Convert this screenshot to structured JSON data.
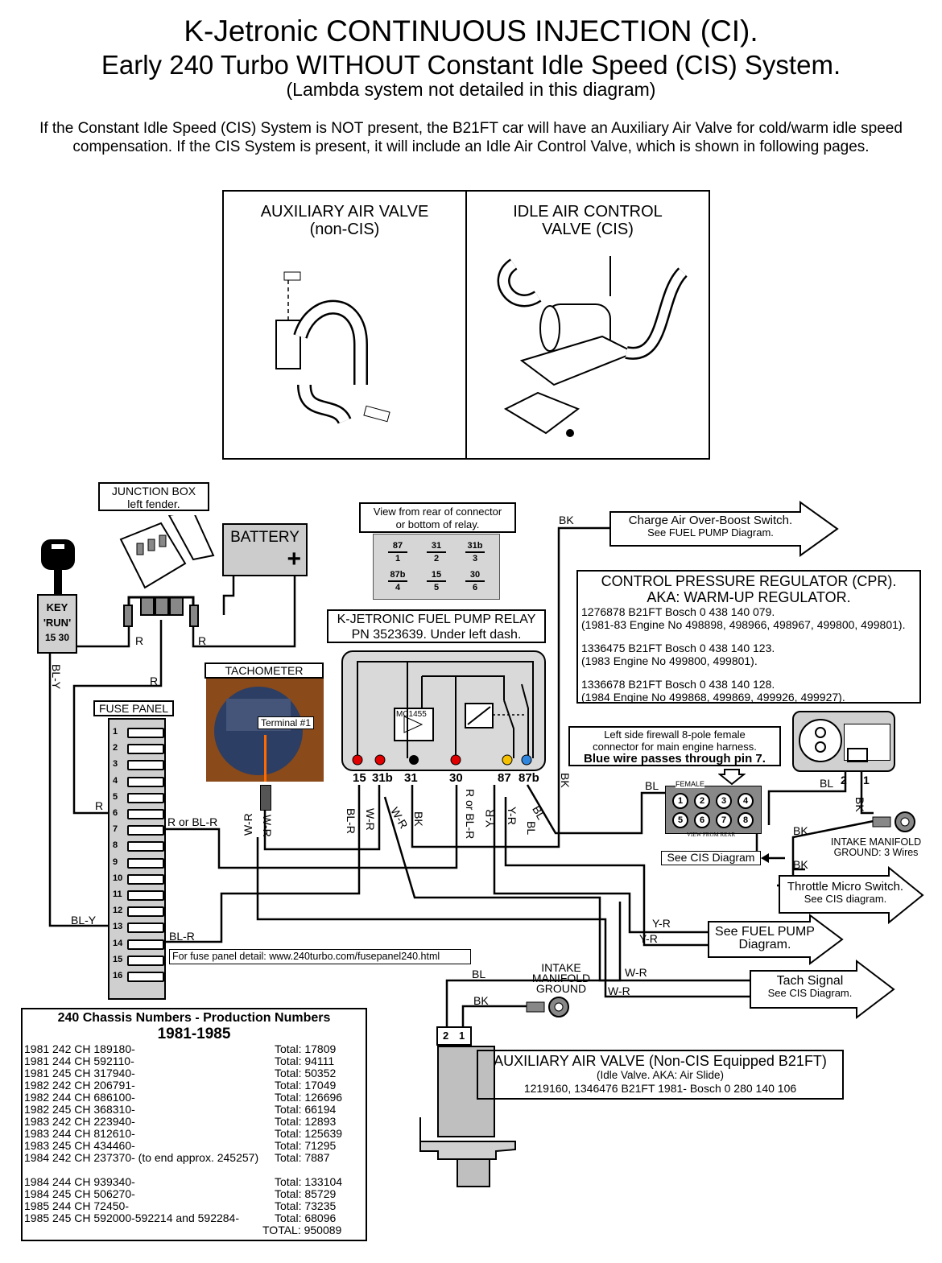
{
  "title": {
    "line1": "K-Jetronic CONTINUOUS INJECTION (CI).",
    "line2": "Early 240 Turbo WITHOUT Constant Idle Speed (CIS) System.",
    "line3": "(Lambda system not detailed in this diagram)"
  },
  "intro": "If the Constant Idle Speed (CIS) System is NOT present, the B21FT car will have an Auxiliary Air Valve for cold/warm idle speed compensation. If the CIS System is present, it will include an Idle Air Control Valve, which is shown in following pages.",
  "valves_panel": {
    "left_title": "AUXILIARY AIR VALVE",
    "left_sub": "(non-CIS)",
    "right_title": "IDLE AIR CONTROL",
    "right_sub": "VALVE (CIS)"
  },
  "junction_box": {
    "line1": "JUNCTION BOX",
    "line2": "left fender."
  },
  "battery": {
    "label": "BATTERY",
    "plus": "+"
  },
  "key": {
    "line1": "KEY",
    "line2": "'RUN'",
    "line3": "15  30"
  },
  "connector_view": {
    "line1": "View from rear of connector",
    "line2": "or bottom of relay."
  },
  "relay_pins": [
    {
      "top": "87",
      "num": "1"
    },
    {
      "top": "31",
      "num": "2"
    },
    {
      "top": "31b",
      "num": "3"
    },
    {
      "top": "87b",
      "num": "4"
    },
    {
      "top": "15",
      "num": "5"
    },
    {
      "top": "30",
      "num": "6"
    }
  ],
  "relay": {
    "title1": "K-JETRONIC FUEL PUMP RELAY",
    "title2": "PN 3523639. Under left dash.",
    "chip": "MC1455",
    "pins": [
      "15",
      "31b",
      "31",
      "30",
      "87",
      "87b"
    ]
  },
  "tachometer": {
    "label": "TACHOMETER",
    "terminal": "Terminal #1"
  },
  "fuse_panel": {
    "label": "FUSE PANEL",
    "numbers": [
      "1",
      "2",
      "3",
      "4",
      "5",
      "6",
      "7",
      "8",
      "9",
      "10",
      "11",
      "12",
      "13",
      "14",
      "15",
      "16"
    ]
  },
  "fuse_link": "For fuse panel detail: www.240turbo.com/fusepanel240.html",
  "cpr": {
    "title1": "CONTROL PRESSURE REGULATOR (CPR).",
    "title2": "AKA: WARM-UP REGULATOR.",
    "l1": "1276878 B21FT Bosch 0 438 140 079.",
    "l2": "(1981-83 Engine No 498898, 498966, 498967, 499800, 499801).",
    "l3": "1336475 B21FT Bosch 0 438 140 123.",
    "l4": "(1983 Engine No 499800, 499801).",
    "l5": "1336678 B21FT Bosch 0 438 140 128.",
    "l6": "(1984 Engine No 499868, 499869, 499926, 499927)."
  },
  "firewall": {
    "line1": "Left side firewall 8-pole female",
    "line2": "connector for main engine harness.",
    "line3": "Blue wire passes through pin 7.",
    "female": "FEMALE",
    "view": "VIEW FROM REAR",
    "pins": [
      "1",
      "2",
      "3",
      "4",
      "5",
      "6",
      "7",
      "8"
    ]
  },
  "arrows": {
    "overboost1": "Charge Air Over-Boost Switch.",
    "overboost2": "See FUEL PUMP Diagram.",
    "throttle1": "Throttle Micro Switch.",
    "throttle2": "See CIS diagram.",
    "fuelpump1": "See FUEL PUMP",
    "fuelpump2": "Diagram.",
    "tach1": "Tach Signal",
    "tach2": "See CIS Diagram."
  },
  "see_cis": "See CIS Diagram",
  "intake_ground1": {
    "line1": "INTAKE MANIFOLD",
    "line2": "GROUND: 3 Wires"
  },
  "intake_ground2": {
    "line1": "INTAKE",
    "line2": "MANIFOLD",
    "line3": "GROUND"
  },
  "cpr_pins": {
    "p2": "2",
    "p1": "1"
  },
  "aav_pins": {
    "p2": "2",
    "p1": "1"
  },
  "aav": {
    "title": "AUXILIARY AIR VALVE  (Non-CIS Equipped B21FT)",
    "sub": "(Idle Valve. AKA: Air Slide)",
    "pn": "1219160, 1346476 B21FT 1981-  Bosch 0 280 140 106"
  },
  "wire_labels": {
    "bk": "BK",
    "bl": "BL",
    "bly": "BL-Y",
    "blr": "BL-R",
    "r": "R",
    "rorblr": "R or BL-R",
    "wr": "W-R",
    "yr": "Y-R"
  },
  "chassis": {
    "header": "240 Chassis Numbers - Production Numbers",
    "years": "1981-1985",
    "rows": [
      {
        "c": "1981 242 CH 189180-",
        "t": "Total: 17809"
      },
      {
        "c": "1981 244 CH 592110-",
        "t": "Total: 94111"
      },
      {
        "c": "1981 245 CH 317940-",
        "t": "Total: 50352"
      },
      {
        "c": "1982 242 CH 206791-",
        "t": "Total: 17049"
      },
      {
        "c": "1982 244 CH 686100-",
        "t": "Total: 126696"
      },
      {
        "c": "1982 245 CH 368310-",
        "t": "Total: 66194"
      },
      {
        "c": "1983 242 CH 223940-",
        "t": "Total: 12893"
      },
      {
        "c": "1983 244 CH 812610-",
        "t": "Total: 125639"
      },
      {
        "c": "1983 245 CH 434460-",
        "t": "Total: 71295"
      },
      {
        "c": "1984 242 CH 237370- (to end approx. 245257)",
        "t": "Total: 7887"
      },
      {
        "c": "",
        "t": ""
      },
      {
        "c": "1984 244 CH 939340-",
        "t": "Total: 133104"
      },
      {
        "c": "1984 245 CH 506270-",
        "t": "Total: 85729"
      },
      {
        "c": "1985 244 CH 72450-",
        "t": "Total: 73235"
      },
      {
        "c": "1985 245 CH 592000-592214 and 592284-",
        "t": "Total: 68096"
      }
    ],
    "grand": "TOTAL: 950089"
  }
}
